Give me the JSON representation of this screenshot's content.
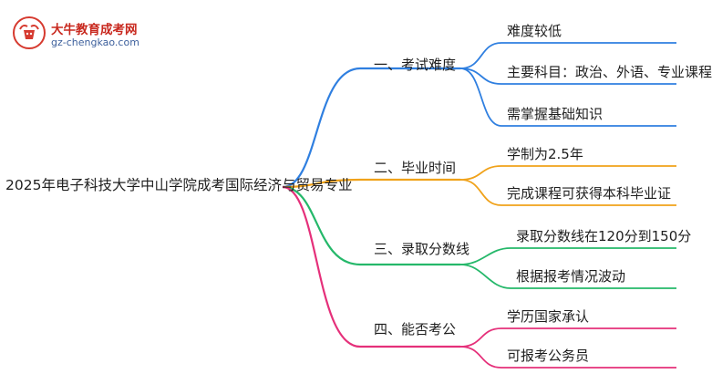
{
  "logo": {
    "site_name": "大牛教育成考网",
    "url": "gz-chengkao.com"
  },
  "root": "2025年电子科技大学中山学院成考国际经济与贸易专业",
  "branches": [
    {
      "label": "一、考试难度",
      "color": "#2f7fe0",
      "leaves": [
        "难度较低",
        "主要科目：政治、外语、专业课程",
        "需掌握基础知识"
      ]
    },
    {
      "label": "二、毕业时间",
      "color": "#f0a21a",
      "leaves": [
        "学制为2.5年",
        "完成课程可获得本科毕业证"
      ]
    },
    {
      "label": "三、录取分数线",
      "color": "#25b86a",
      "leaves": [
        "录取分数线在120分到150分",
        "根据报考情况波动"
      ]
    },
    {
      "label": "四、能否考公",
      "color": "#e5307a",
      "leaves": [
        "学历国家承认",
        "可报考公务员"
      ]
    }
  ]
}
